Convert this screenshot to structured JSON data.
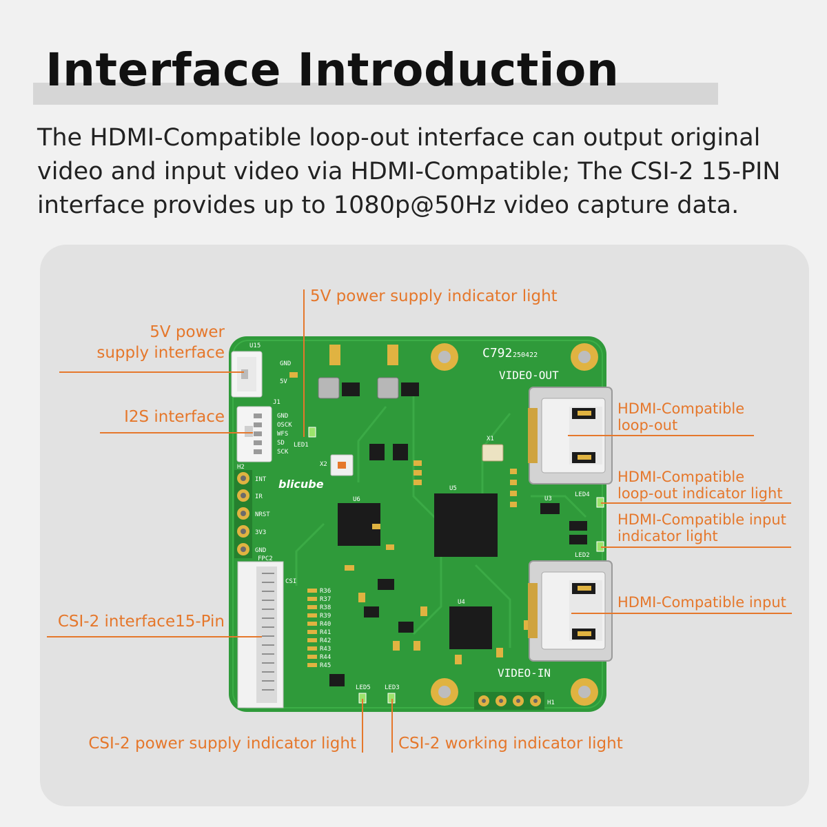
{
  "header": {
    "title": "Interface Introduction",
    "description": "The HDMI-Compatible loop-out interface can output original video and input video via HDMI-Compatible; The CSI-2 15-PIN interface provides up to 1080p@50Hz video capture data."
  },
  "callouts": {
    "power_led": "5V power supply indicator light",
    "power_interface_line1": "5V power",
    "power_interface_line2": "supply interface",
    "i2s": "I2S interface",
    "csi_interface": "CSI-2 interface15-Pin",
    "hdmi_loop_out_line1": "HDMI-Compatible",
    "hdmi_loop_out_line2": "loop-out",
    "hdmi_loop_led_line1": "HDMI-Compatible",
    "hdmi_loop_led_line2": "loop-out indicator light",
    "hdmi_input_led_line1": "HDMI-Compatible input",
    "hdmi_input_led_line2": "indicator light",
    "hdmi_input": "HDMI-Compatible input",
    "csi_power_led": "CSI-2 power supply indicator light",
    "csi_working_led": "CSI-2 working indicator light"
  },
  "board": {
    "model": "C792",
    "date_code": "250422",
    "video_out_label": "VIDEO-OUT",
    "video_in_label": "VIDEO-IN",
    "brand": "blicube",
    "header_pin_labels": [
      "INT",
      "IR",
      "NRST",
      "3V3",
      "GND"
    ],
    "i2s_pin_labels": [
      "GND",
      "OSCK",
      "WFS",
      "SD",
      "SCK"
    ],
    "power_pin_labels": [
      "GND",
      "5V"
    ],
    "connector_refs": [
      "U15",
      "J1",
      "H2",
      "FPC2",
      "CSI",
      "H1"
    ],
    "chip_refs": [
      "U5",
      "U6",
      "U4",
      "U3",
      "X1",
      "X2"
    ],
    "led_refs": [
      "LED1",
      "LED2",
      "LED3",
      "LED4",
      "LED5"
    ],
    "resistor_refs": [
      "R36",
      "R37",
      "R38",
      "R39",
      "R40",
      "R41",
      "R42",
      "R43",
      "R44",
      "R45"
    ],
    "colors": {
      "pcb": "#2f9a3a",
      "silkscreen": "#ffffff",
      "gold": "#e0b341",
      "chip": "#1b1b1b",
      "accent": "#e5772b"
    }
  }
}
